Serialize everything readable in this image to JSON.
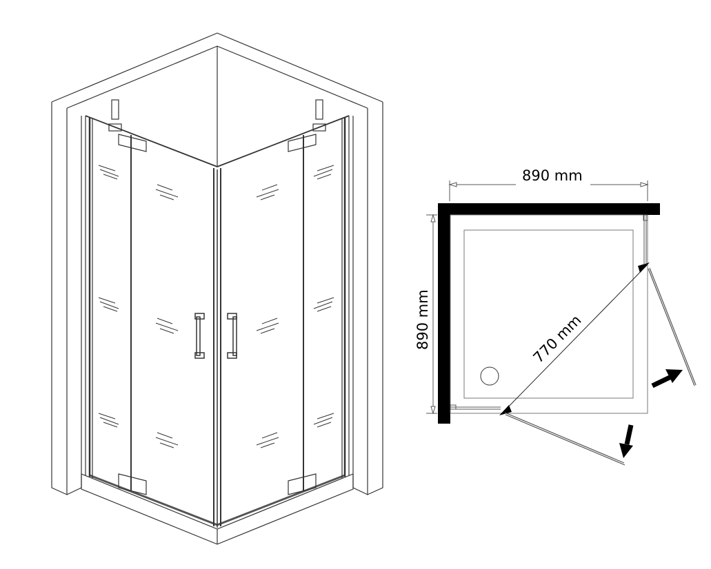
{
  "diagram": {
    "type": "technical-drawing",
    "subject": "corner shower enclosure with two hinged doors",
    "views": {
      "isometric": {
        "description": "3D view of corner shower enclosure with walls, tray, two fixed panels and two hinged doors with handles",
        "components": [
          "wall-left",
          "wall-right",
          "shower-tray",
          "fixed-panel-left",
          "door-left",
          "door-right",
          "fixed-panel-right",
          "handle-left",
          "handle-right",
          "hinge-top-left",
          "hinge-top-right",
          "hinge-bottom-left",
          "hinge-bottom-right"
        ]
      },
      "plan": {
        "description": "Top-down plan with dimensions and door swing arrows",
        "width_label": "890 mm",
        "depth_label": "890 mm",
        "diagonal_label": "770 mm"
      }
    },
    "colors": {
      "line": "#333333",
      "wall": "#000000",
      "background": "#ffffff"
    }
  }
}
